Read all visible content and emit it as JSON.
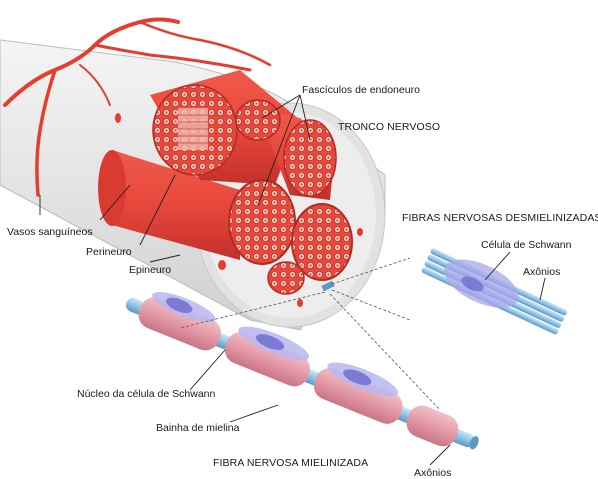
{
  "labels": {
    "fasciculos": "Fascículos de endoneuro",
    "tronco": "TRONCO NERVOSO",
    "vasos": "Vasos sanguíneos",
    "perineuro": "Perineuro",
    "epineuro": "Epineuro",
    "fibras_desm": "FIBRAS NERVOSAS DESMIELINIZADAS",
    "celula_schwann": "Célula de Schwann",
    "axonios_top": "Axônios",
    "nucleo": "Núcleo da célula de Schwann",
    "bainha": "Bainha de mielina",
    "fibra_miel": "FIBRA NERVOSA MIELINIZADA",
    "axonios_bottom": "Axônios"
  },
  "colors": {
    "nerve_red": "#e8483c",
    "nerve_dark": "#c7322a",
    "epineurium": "#eaeaea",
    "myelin": "#e7a6b0",
    "schwann_blue": "#8f8ee0",
    "axon_blue": "#8fc3e6",
    "vessel": "#e43d2e"
  }
}
